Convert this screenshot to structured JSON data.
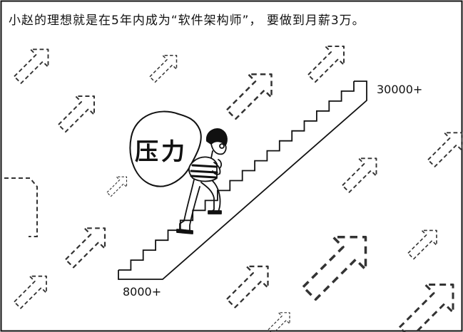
{
  "caption": "小赵的理想就是在5年内成为“软件架构师”， 要做到月薪3万。",
  "goal_label": "30000+",
  "start_label": "8000+",
  "sack_label": "压力",
  "colors": {
    "ink": "#111111",
    "paper": "#ffffff"
  },
  "icons": [
    "dashed-up-right-arrow-icon",
    "staircase",
    "person-climbing",
    "pressure-sack"
  ]
}
